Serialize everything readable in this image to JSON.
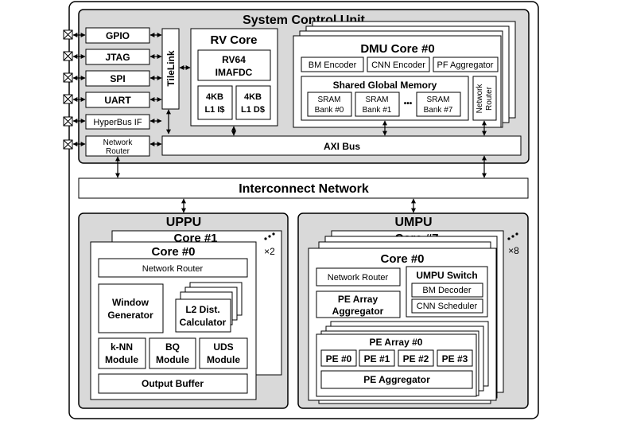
{
  "scu": {
    "title": "System Control Unit",
    "io": {
      "gpio": "GPIO",
      "jtag": "JTAG",
      "spi": "SPI",
      "uart": "UART",
      "hyperbus": "HyperBus IF",
      "router_line1": "Network",
      "router_line2": "Router"
    },
    "tilelink": "TileLink",
    "rv": {
      "title": "RV Core",
      "isa_line1": "RV64",
      "isa_line2": "IMAFDC",
      "icache_line1": "4KB",
      "icache_line2": "L1 I$",
      "dcache_line1": "4KB",
      "dcache_line2": "L1 D$"
    },
    "dmu": {
      "title": "DMU Core #0",
      "bm_encoder": "BM Encoder",
      "cnn_encoder": "CNN Encoder",
      "pf_aggregator": "PF Aggregator",
      "sgm_title": "Shared Global Memory",
      "sram_label": "SRAM",
      "bank0": "Bank #0",
      "bank1": "Bank #1",
      "bank7": "Bank #7",
      "ellipsis": "•••",
      "router_line1": "Network",
      "router_line2": "Router"
    },
    "axi": "AXI Bus"
  },
  "interconnect": "Interconnect Network",
  "uppu": {
    "title": "UPPU",
    "back_core": "Core #1",
    "multiplier": "×2",
    "core": "Core #0",
    "router": "Network Router",
    "window_line1": "Window",
    "window_line2": "Generator",
    "l2_line1": "L2 Dist.",
    "l2_line2": "Calculator",
    "knn_line1": "k-NN",
    "knn_line2": "Module",
    "bq_line1": "BQ",
    "bq_line2": "Module",
    "uds_line1": "UDS",
    "uds_line2": "Module",
    "output": "Output Buffer"
  },
  "umpu": {
    "title": "UMPU",
    "back_core": "Core #7",
    "multiplier": "×8",
    "core": "Core #0",
    "router": "Network Router",
    "switch_title": "UMPU Switch",
    "bm_decoder": "BM Decoder",
    "cnn_scheduler": "CNN Scheduler",
    "pe_agg_line1": "PE Array",
    "pe_agg_line2": "Aggregator",
    "pe_array_title": "PE Array #0",
    "pe0": "PE #0",
    "pe1": "PE #1",
    "pe2": "PE #2",
    "pe3": "PE #3",
    "pe_aggregator": "PE Aggregator"
  }
}
